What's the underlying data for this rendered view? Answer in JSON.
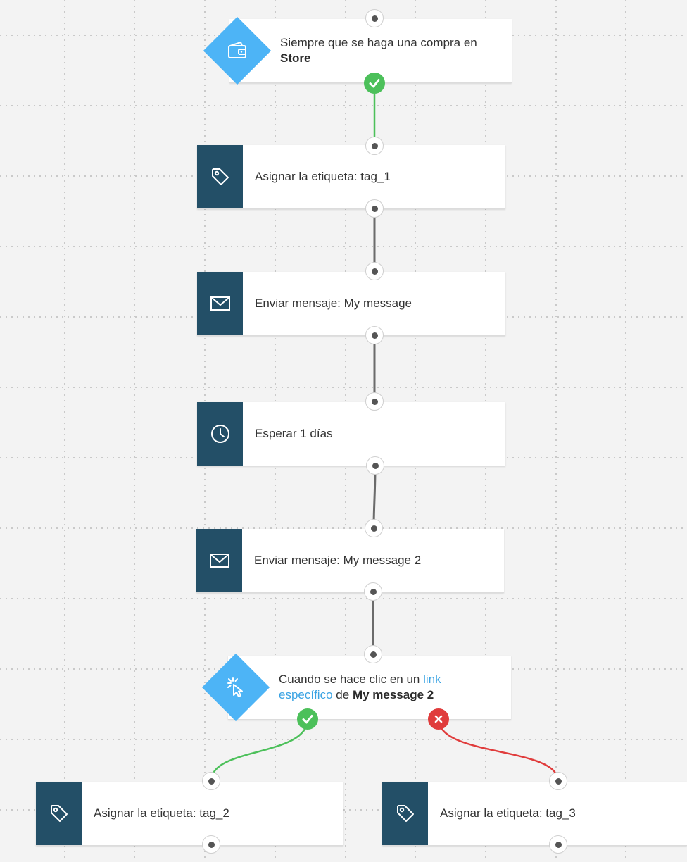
{
  "colors": {
    "canvas_background": "#f3f3f3",
    "grid_dots": "#c9c9c9",
    "action_icon_background": "#234f67",
    "trigger_diamond": "#4db4f6",
    "success": "#4cc05a",
    "failure": "#e03c3c",
    "connector": "#6b6b6b",
    "link": "#3aa3e3"
  },
  "workflow": {
    "trigger_purchase": {
      "icon": "wallet-icon",
      "text_prefix": "Siempre que se haga una compra en",
      "store_name": "Store"
    },
    "steps": [
      {
        "icon": "tag-icon",
        "label": "Asignar la etiqueta: tag_1"
      },
      {
        "icon": "envelope-icon",
        "label": "Enviar mensaje: My message"
      },
      {
        "icon": "clock-icon",
        "label": "Esperar 1 días"
      },
      {
        "icon": "envelope-icon",
        "label": "Enviar mensaje: My message 2"
      }
    ],
    "condition_click": {
      "icon": "cursor-click-icon",
      "text_prefix": "Cuando se hace clic en un",
      "link_word_1": "link",
      "link_word_2": "específico",
      "text_middle": "de",
      "message_name": "My message 2"
    },
    "branches": {
      "yes": {
        "icon": "tag-icon",
        "label": "Asignar la etiqueta: tag_2",
        "badge": "check-icon"
      },
      "no": {
        "icon": "tag-icon",
        "label": "Asignar la etiqueta: tag_3",
        "badge": "x-icon"
      }
    }
  }
}
